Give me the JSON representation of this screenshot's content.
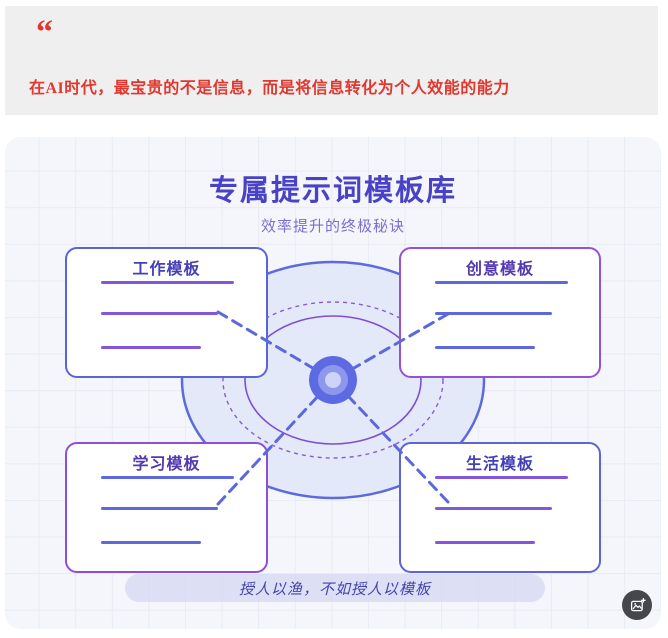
{
  "quote": {
    "mark": "“",
    "text": "在AI时代，最宝贵的不是信息，而是将信息转化为个人效能的能力"
  },
  "infographic": {
    "title": "专属提示词模板库",
    "subtitle": "效率提升的终极秘诀",
    "banner": "授人以渔，不如授人以模板",
    "boxes": [
      {
        "id": "work",
        "label": "工作模板",
        "position": "top-left",
        "border_color": "#5b63d8",
        "line_color": "#8456dd",
        "label_color": "#4440b8"
      },
      {
        "id": "creative",
        "label": "创意模板",
        "position": "top-right",
        "border_color": "#9552d6",
        "line_color": "#5b68de",
        "label_color": "#5338b0"
      },
      {
        "id": "study",
        "label": "学习模板",
        "position": "bottom-left",
        "border_color": "#8b50d6",
        "line_color": "#5b68de",
        "label_color": "#5338b0"
      },
      {
        "id": "life",
        "label": "生活模板",
        "position": "bottom-right",
        "border_color": "#5f63d8",
        "line_color": "#8456dd",
        "label_color": "#4440b8"
      }
    ]
  },
  "fab": {
    "icon": "add-image-icon"
  },
  "colors": {
    "quote_text": "#e0382e",
    "quote_bg": "#f0eff0",
    "card_bg": "#f4f6fb",
    "grid_line": "#e7ebf4",
    "title": "#4a42c6",
    "subtitle": "#7a6fd2",
    "blue_accent": "#5b68de",
    "purple_accent": "#8a55d8",
    "big_circle_fill": "#e3e9f8",
    "bullseye_outer": "#5d6ae2",
    "bullseye_mid": "#8d98ec",
    "bullseye_inner": "#cdd4f8",
    "banner_bg": "#d6d8f3",
    "banner_text": "#4343b0",
    "fab_bg": "#44474b"
  }
}
